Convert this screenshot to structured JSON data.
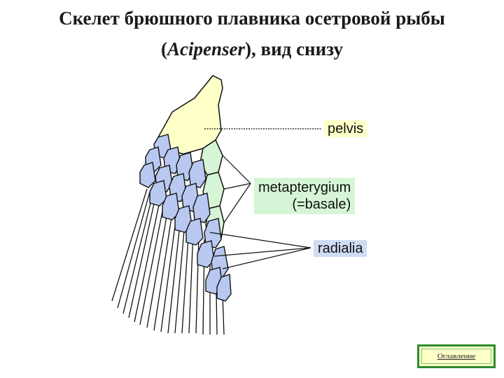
{
  "title": {
    "line1": "Скелет брюшного плавника осетровой рыбы",
    "line2_open": "(",
    "line2_latin": "Acipenser",
    "line2_rest": "), вид снизу"
  },
  "labels": {
    "pelvis": "pelvis",
    "metapterygium": "metapterygium",
    "basale": "(=basale)",
    "radialia": "radialia"
  },
  "nav": {
    "toc_label": "Оглавление"
  },
  "colors": {
    "pelvis_fill": "#ffffc8",
    "metapterygium_fill": "#d6f5d6",
    "radialia_fill": "#b8c8f0",
    "button_border": "#2e8b2e"
  }
}
